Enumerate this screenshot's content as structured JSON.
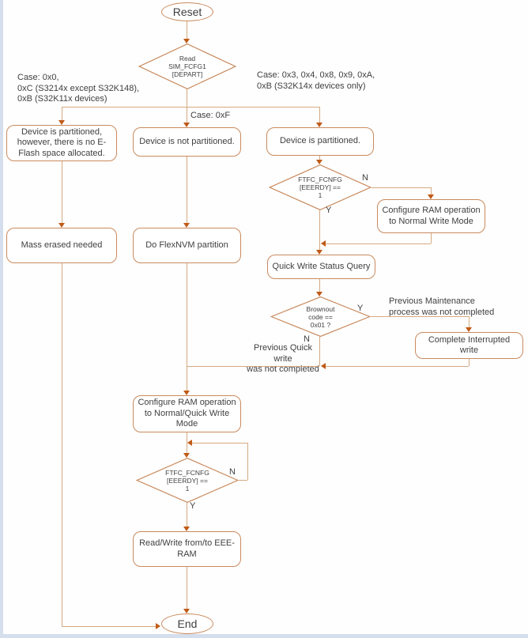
{
  "page": {
    "text_color": "#404040",
    "accent_border": "#c98a5e",
    "line_color": "#d6a97f",
    "arrow_color": "#c05a17",
    "edge_strip_color": "#d4deec"
  },
  "nodes": {
    "reset": {
      "label": "Reset"
    },
    "read_simfcfg1": {
      "label": "Read\nSIM_FCFG1\n[DEPART]"
    },
    "dev_part_no_eflash": {
      "label": "Device is partitioned,\nhowever, there is no E-\nFlash space allocated."
    },
    "dev_not_part": {
      "label": "Device is not partitioned."
    },
    "dev_part": {
      "label": "Device is partitioned."
    },
    "mass_erase": {
      "label": "Mass erased needed"
    },
    "do_flexnvm": {
      "label": "Do FlexNVM partition"
    },
    "ftfc_check_1": {
      "label": "FTFC_FCNFG\n[EEERDY] ==\n1"
    },
    "config_normal": {
      "label": "Configure RAM operation\nto Normal Write Mode"
    },
    "quick_write_query": {
      "label": "Quick Write Status Query"
    },
    "brownout": {
      "label": "Brownout\ncode ==\n0x01 ?"
    },
    "complete_interrupted": {
      "label": "Complete Interrupted\nwrite"
    },
    "config_quick": {
      "label": "Configure RAM operation\nto Normal/Quick Write\nMode"
    },
    "ftfc_check_2": {
      "label": "FTFC_FCNFG\n[EEERDY] ==\n1"
    },
    "read_write_eeeram": {
      "label": "Read/Write from/to EEE-\nRAM"
    },
    "end": {
      "label": "End"
    }
  },
  "edge_labels": {
    "case_left": "Case: 0x0,\n0xC (S3214x except S32K148),\n0xB (S32K11x devices)",
    "case_right": "Case: 0x3, 0x4, 0x8, 0x9, 0xA,\n0xB (S32K14x devices only)",
    "case_0xf": "Case: 0xF",
    "n1": "N",
    "y1": "Y",
    "y2": "Y",
    "n2": "N",
    "n3": "N",
    "y3": "Y",
    "prev_maintenance": "Previous Maintenance\nprocess was not completed",
    "prev_quick": "Previous Quick write\nwas not completed"
  }
}
